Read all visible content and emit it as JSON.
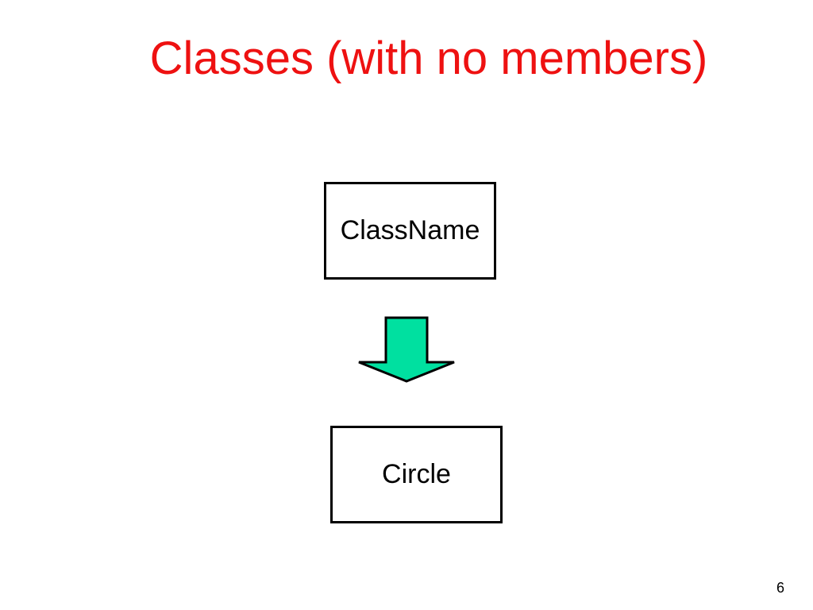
{
  "slide": {
    "title": "Classes (with no members)",
    "title_color": "#ee1111",
    "page_number": "6"
  },
  "diagram": {
    "parent_class": "ClassName",
    "child_class": "Circle",
    "arrow_fill": "#00e0a0",
    "arrow_icon": "down-arrow-icon"
  }
}
